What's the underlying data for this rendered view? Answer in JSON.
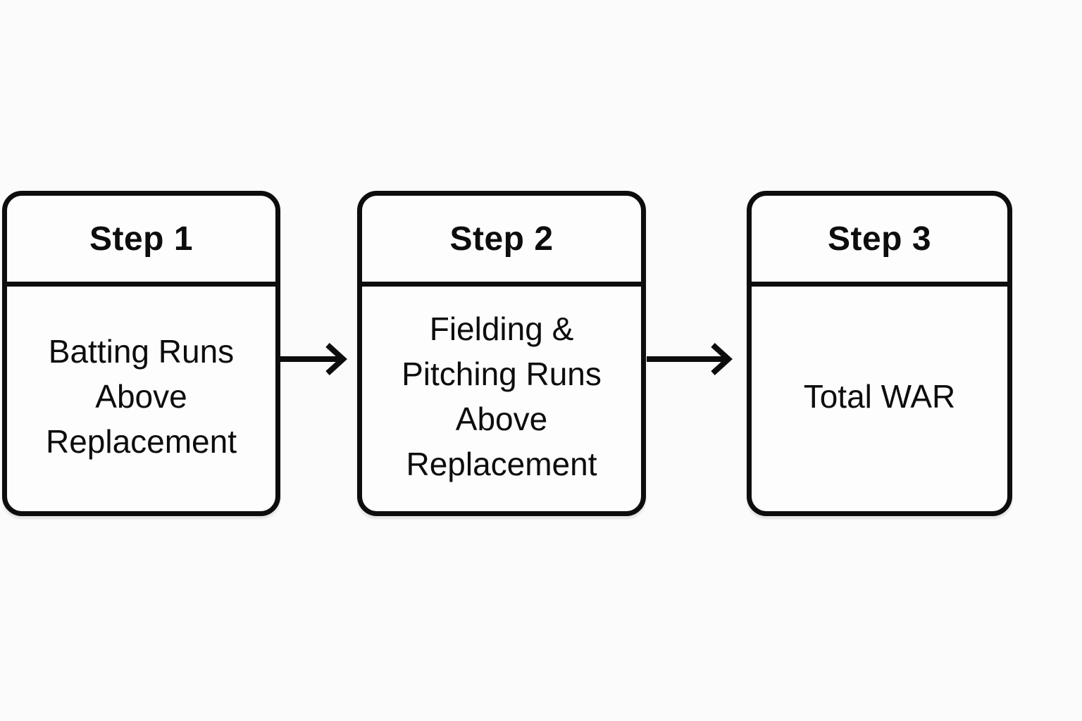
{
  "page": {
    "background": "#fbfbfb"
  },
  "diagram": {
    "type": "flowchart",
    "direction": "left-to-right",
    "colors": {
      "border": "#0d0d0d",
      "text": "#0d0d0d",
      "card_fill": "#fdfdfd"
    },
    "steps": [
      {
        "title": "Step 1",
        "body": "Batting Runs Above Replacement"
      },
      {
        "title": "Step 2",
        "body": "Fielding & Pitching Runs Above Replacement"
      },
      {
        "title": "Step 3",
        "body": "Total WAR"
      }
    ],
    "connectors": [
      {
        "from": "Step 1",
        "to": "Step 2",
        "shape": "arrow-right"
      },
      {
        "from": "Step 2",
        "to": "Step 3",
        "shape": "arrow-right"
      }
    ]
  }
}
